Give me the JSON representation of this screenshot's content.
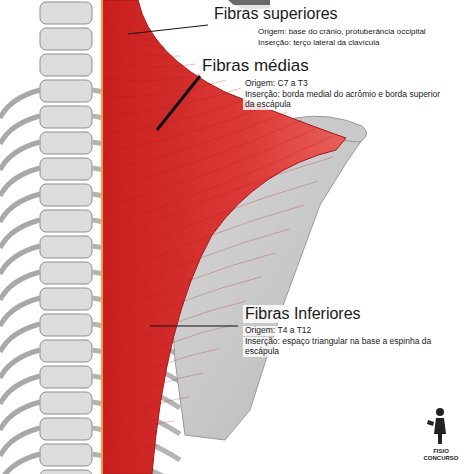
{
  "diagram": {
    "labels": [
      "Fibras superiores",
      "Origem: base do crânio, protuberância occipital",
      "Inserção: terço lateral da clavícula",
      "Fibras médias",
      "Origem: C7 a T3",
      "Inserção: borda medial do acrômio e borda superior da escápula",
      "Fibras Inferiores",
      "Origem: T4 a T12",
      "Inserção: espaço triangular na base a espinha da escápula",
      "FISIO CONCURSO"
    ]
  }
}
